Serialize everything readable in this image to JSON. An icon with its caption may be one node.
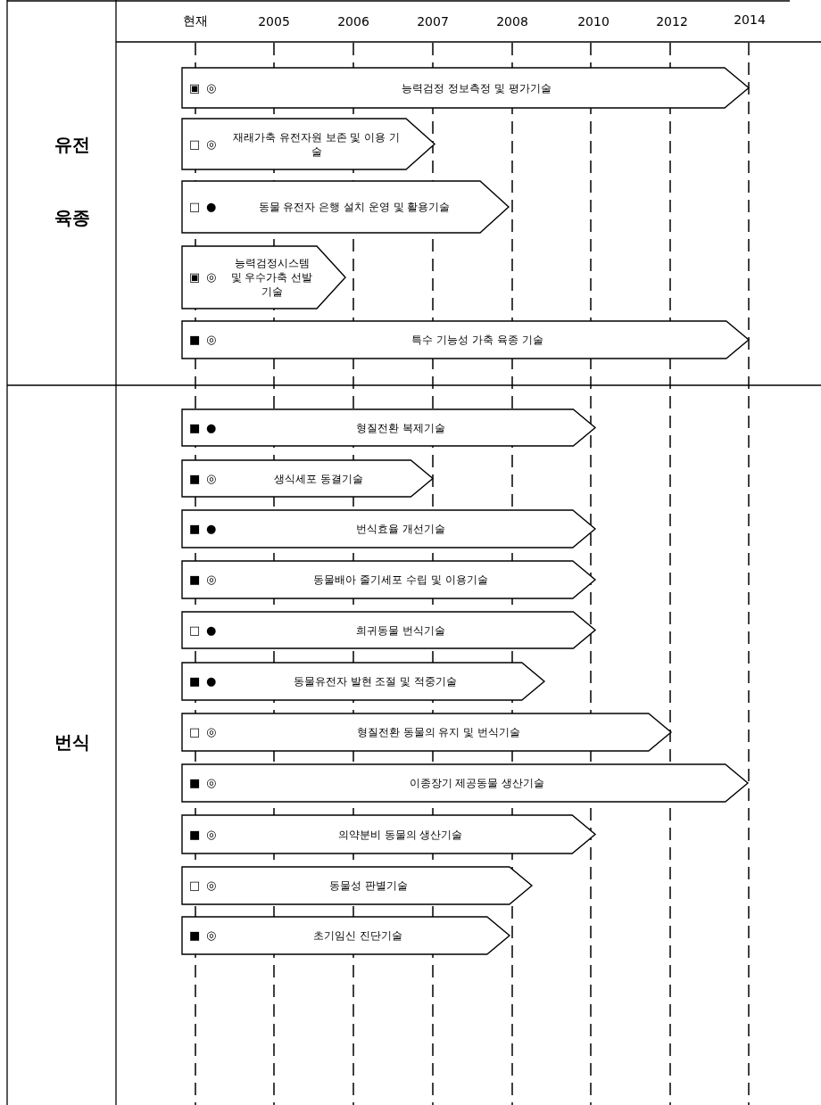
{
  "diagram": {
    "nodes": [
      {
        "text": [
          "▣",
          "◎",
          "능력검정 정보측정 및 평가기술"
        ]
      },
      {
        "text": [
          "□",
          "◎",
          "재래가축 유전자원 보존 및 이용 기술"
        ]
      },
      {
        "text": [
          "□",
          "●",
          "동물 유전자 은행 설치 운영 및 활용기술"
        ]
      },
      {
        "text": [
          "▣",
          "◎",
          "능력검정시스템 및 우수가축 선발 기술"
        ]
      },
      {
        "text": [
          "■",
          "◎",
          "특수 기능성 가축 육종 기술"
        ]
      },
      {
        "text": [
          "■",
          "●",
          "형질전환 복제기술"
        ]
      },
      {
        "text": [
          "■",
          "◎",
          "생식세포 동결기술"
        ]
      },
      {
        "text": [
          "■",
          "●",
          "번식효율 개선기술"
        ]
      },
      {
        "text": [
          "■",
          "◎",
          "동물배아 줄기세포 수립 및 이용기술"
        ]
      },
      {
        "text": [
          "□",
          "●",
          "희귀동물 번식기술"
        ]
      },
      {
        "text": [
          "■",
          "●",
          "동물유전자 발현 조절 및 적중기술"
        ]
      },
      {
        "text": [
          "□",
          "◎",
          "형질전환 동물의 유지 및 번식기술"
        ]
      },
      {
        "text": [
          "■",
          "◎",
          "이종장기 제공동물 생산기술"
        ]
      },
      {
        "text": [
          "■",
          "◎",
          "의약분비 동물의 생산기술"
        ]
      },
      {
        "text": [
          "□",
          "◎",
          "동물성 판별기술"
        ]
      },
      {
        "text": [
          "■",
          "◎",
          "초기임신 진단기술"
        ]
      }
    ],
    "labels": [
      "현재",
      "2005",
      "2006",
      "2007",
      "2008",
      "2010",
      "2012",
      "2014",
      "유전",
      "육종",
      "번식"
    ]
  }
}
